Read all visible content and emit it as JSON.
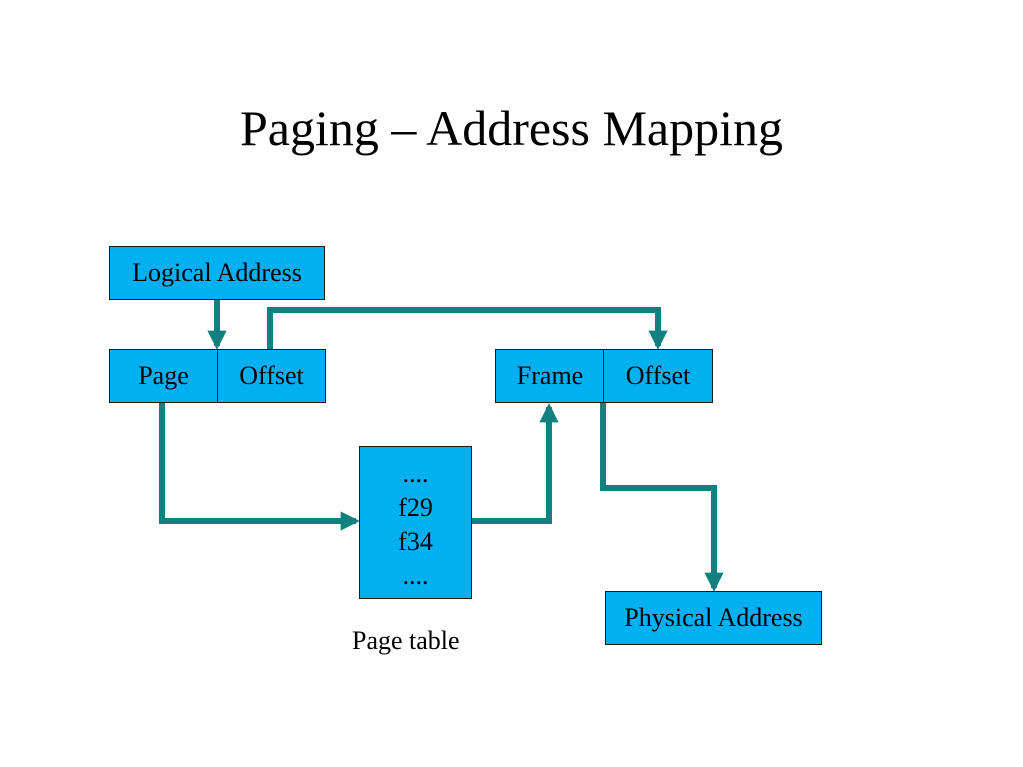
{
  "title": "Paging – Address Mapping",
  "logical_address_label": "Logical Address",
  "logical": {
    "page_label": "Page",
    "offset_label": "Offset"
  },
  "physical": {
    "frame_label": "Frame",
    "offset_label": "Offset"
  },
  "page_table": {
    "entries": [
      "....",
      "f29",
      "f34",
      "...."
    ],
    "caption": "Page table"
  },
  "physical_address_label": "Physical Address",
  "colors": {
    "box_fill": "#00b0f0",
    "arrow": "#128080",
    "text": "#000000"
  }
}
